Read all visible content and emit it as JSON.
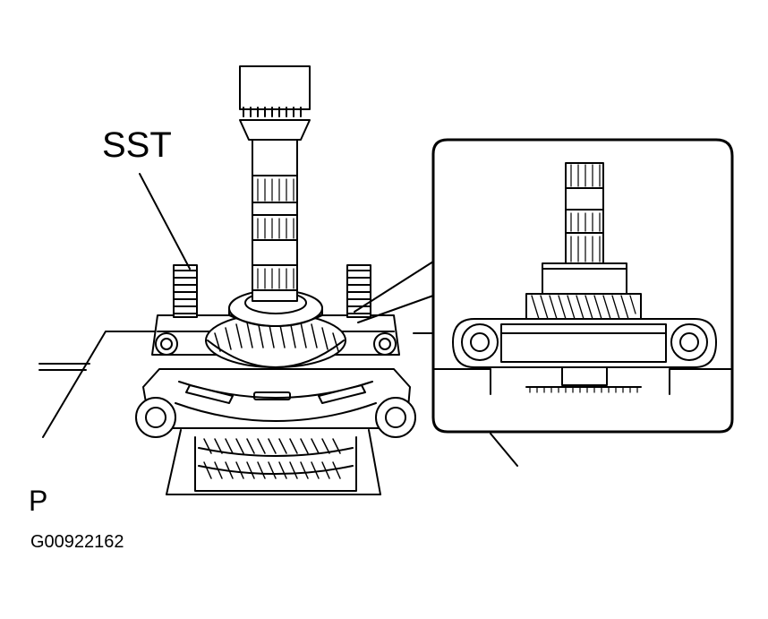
{
  "labels": {
    "tool": "SST",
    "view": "P",
    "figure_id": "G00922162"
  },
  "colors": {
    "ink": "#000000",
    "paper": "#ffffff"
  }
}
